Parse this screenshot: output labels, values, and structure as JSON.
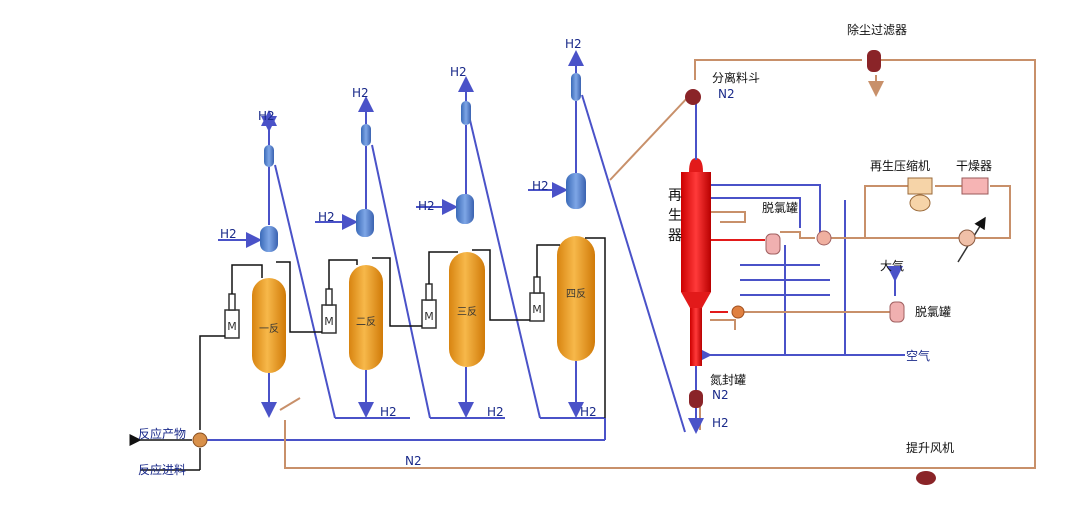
{
  "labels": {
    "h2": "H2",
    "n2": "N2",
    "reactor1": "一反",
    "reactor2": "二反",
    "reactor3": "三反",
    "reactor4": "四反",
    "regenerator": [
      "再",
      "生",
      "器"
    ],
    "separation_hopper": "分离料斗",
    "dust_collector": "除尘过滤器",
    "regen_compressor": "再生压缩机",
    "dryer": "干燥器",
    "dechlorination_tank": "脱氯罐",
    "atmosphere": "大气",
    "air": "空气",
    "nitrogen_seal_tank": "氮封罐",
    "lift_fan": "提升风机",
    "reaction_product": "反应产物",
    "reaction_feed": "反应进料",
    "heater": "M"
  },
  "colors": {
    "blue_line": "#4a52c8",
    "brown_line": "#c8906a",
    "black_line": "#111111",
    "reactor_fill": "#f0a028",
    "vessel_blue": "#4b7ecf",
    "regenerator_red": "#e21a1a",
    "hopper_dark": "#8a2428",
    "pink_tank": "#f0b0b0"
  }
}
